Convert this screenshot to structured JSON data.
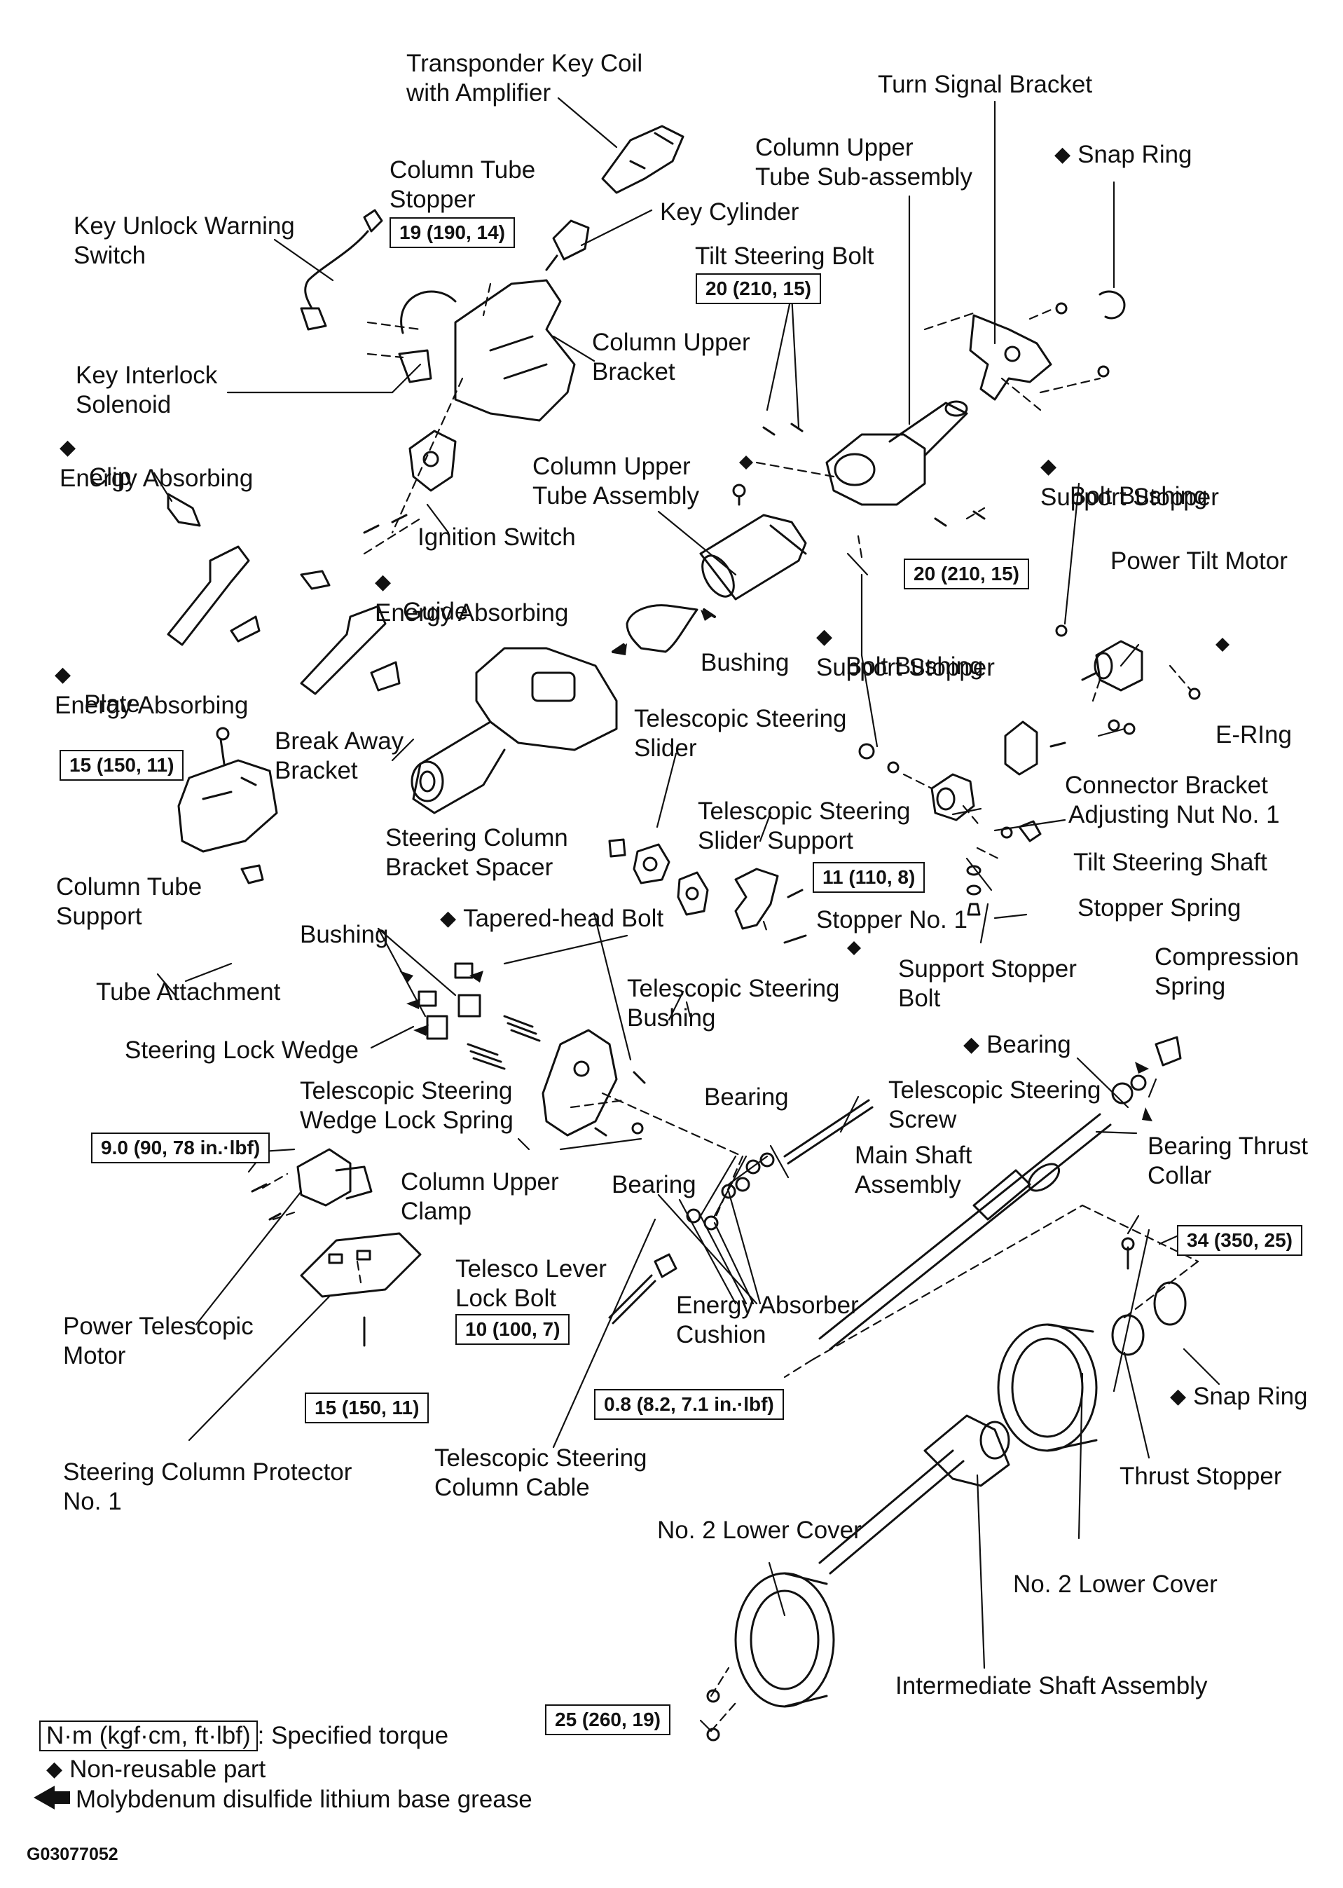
{
  "labels": {
    "transponder": [
      "Transponder Key Coil",
      "with Amplifier"
    ],
    "turn_signal_bracket": "Turn Signal Bracket",
    "column_tube_stopper": [
      "Column Tube",
      "Stopper"
    ],
    "column_upper_tube_sub": [
      "Column Upper",
      "Tube  Sub-assembly"
    ],
    "snap_ring_top": "Snap Ring",
    "key_unlock": [
      "Key Unlock Warning",
      "Switch"
    ],
    "key_cylinder": "Key Cylinder",
    "tilt_steering_bolt": "Tilt Steering Bolt",
    "column_upper_bracket": [
      "Column Upper",
      "Bracket"
    ],
    "key_interlock": [
      "Key Interlock",
      "Solenoid"
    ],
    "energy_absorbing_clip": [
      "Energy Absorbing",
      "Clip"
    ],
    "column_upper_tube_assy": [
      "Column Upper",
      "Tube Assembly"
    ],
    "support_stopper_bushing_1": [
      "Support Stopper",
      "Bolt Bushing"
    ],
    "ignition_switch": "Ignition Switch",
    "power_tilt_motor": "Power Tilt Motor",
    "energy_absorbing_guide": [
      "Energy Absorbing",
      "Guide"
    ],
    "support_stopper_bushing_2": [
      "Support Stopper",
      "Bolt Bushing"
    ],
    "bushing_1": "Bushing",
    "energy_absorbing_plate": [
      "Energy Absorbing",
      "Plate"
    ],
    "telescopic_slider": [
      "Telescopic Steering",
      "Slider"
    ],
    "e_ring": "E-RIng",
    "break_away_bracket": [
      "Break  Away",
      "Bracket"
    ],
    "connector_bracket": "Connector Bracket",
    "adjusting_nut": "Adjusting Nut No. 1",
    "telescopic_slider_support": [
      "Telescopic Steering",
      "Slider Support"
    ],
    "bracket_spacer": [
      "Steering Column",
      "Bracket Spacer"
    ],
    "tilt_steering_shaft": "Tilt Steering Shaft",
    "column_tube_support": [
      "Column Tube",
      "Support"
    ],
    "stopper_no1": "Stopper No. 1",
    "stopper_spring": "Stopper Spring",
    "tapered_head_bolt": "Tapered-head  Bolt",
    "bushing_2": "Bushing",
    "compression_spring": [
      "Compression",
      "Spring"
    ],
    "support_stopper_bolt": [
      "Support Stopper",
      "Bolt"
    ],
    "tube_attachment": "Tube Attachment",
    "telescopic_bushing": [
      "Telescopic Steering",
      "Bushing"
    ],
    "steering_lock_wedge": "Steering Lock Wedge",
    "bearing_diamond": "Bearing",
    "wedge_lock_spring": [
      "Telescopic Steering",
      "Wedge Lock Spring"
    ],
    "bearing_2": "Bearing",
    "telescopic_screw": [
      "Telescopic Steering",
      "Screw"
    ],
    "bearing_thrust_collar": [
      "Bearing Thrust",
      "Collar"
    ],
    "main_shaft": [
      "Main Shaft",
      "Assembly"
    ],
    "column_upper_clamp": [
      "Column Upper",
      "Clamp"
    ],
    "bearing_3": "Bearing",
    "telesco_lever_bolt": [
      "Telesco Lever",
      "Lock Bolt"
    ],
    "power_telescopic_motor": [
      "Power Telescopic",
      "Motor"
    ],
    "energy_absorber_cushion": [
      "Energy Absorber",
      "Cushion"
    ],
    "snap_ring_bottom": "Snap Ring",
    "steering_column_protector": [
      "Steering Column Protector",
      "No. 1"
    ],
    "telescopic_cable": [
      "Telescopic Steering",
      "Column Cable"
    ],
    "thrust_stopper": "Thrust Stopper",
    "no2_lower_cover_left": "No. 2 Lower Cover",
    "no2_lower_cover_right": "No. 2 Lower Cover",
    "intermediate_shaft": "Intermediate Shaft Assembly"
  },
  "torques": {
    "t_tube_stopper": "19 (190, 14)",
    "t_tilt_bolt": "20 (210, 15)",
    "t_tilt_bolt_2": "20 (210, 15)",
    "t_column_support": "15 (150, 11)",
    "t_slider_support": "11 (110, 8)",
    "t_power_tele": "9.0 (90, 78 in.·lbf)",
    "t_snap_ring": "34 (350, 25)",
    "t_lever_bolt": "10 (100, 7)",
    "t_protector": "15 (150, 11)",
    "t_cable": "0.8 (8.2, 7.1 in.·lbf)",
    "t_lower": "25 (260, 19)"
  },
  "legend": {
    "torque_unit": "N·m (kgf·cm, ft·lbf)",
    "torque_text": ": Specified torque",
    "nonreusable": "Non-reusable part",
    "grease": "Molybdenum disulfide lithium base grease"
  },
  "figure_code": "G03077052"
}
